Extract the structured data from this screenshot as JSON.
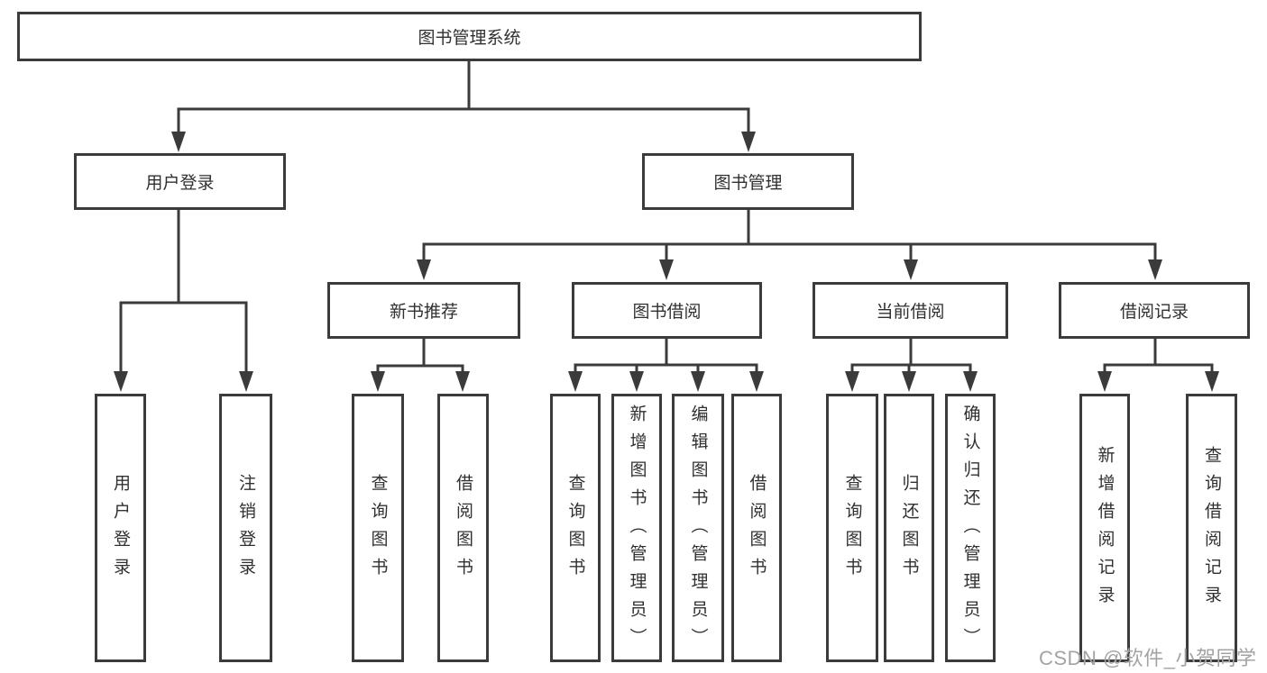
{
  "diagram": {
    "root": {
      "label": "图书管理系统"
    },
    "branches": [
      {
        "label": "用户登录",
        "children": [
          {
            "label": "用户登录"
          },
          {
            "label": "注销登录"
          }
        ]
      },
      {
        "label": "图书管理",
        "children": [
          {
            "label": "新书推荐",
            "children": [
              {
                "label": "查询图书"
              },
              {
                "label": "借阅图书"
              }
            ]
          },
          {
            "label": "图书借阅",
            "children": [
              {
                "label": "查询图书"
              },
              {
                "label": "新增图书（管理员）"
              },
              {
                "label": "编辑图书（管理员）"
              },
              {
                "label": "借阅图书"
              }
            ]
          },
          {
            "label": "当前借阅",
            "children": [
              {
                "label": "查询图书"
              },
              {
                "label": "归还图书"
              },
              {
                "label": "确认归还（管理员）"
              }
            ]
          },
          {
            "label": "借阅记录",
            "children": [
              {
                "label": "新增借阅记录"
              },
              {
                "label": "查询借阅记录"
              }
            ]
          }
        ]
      }
    ]
  },
  "watermark": {
    "text": "CSDN @软件_小贺同学"
  },
  "colors": {
    "line": "#3b3b3b",
    "text": "#303030",
    "watermark": "#a3a3a3",
    "background": "#ffffff"
  }
}
